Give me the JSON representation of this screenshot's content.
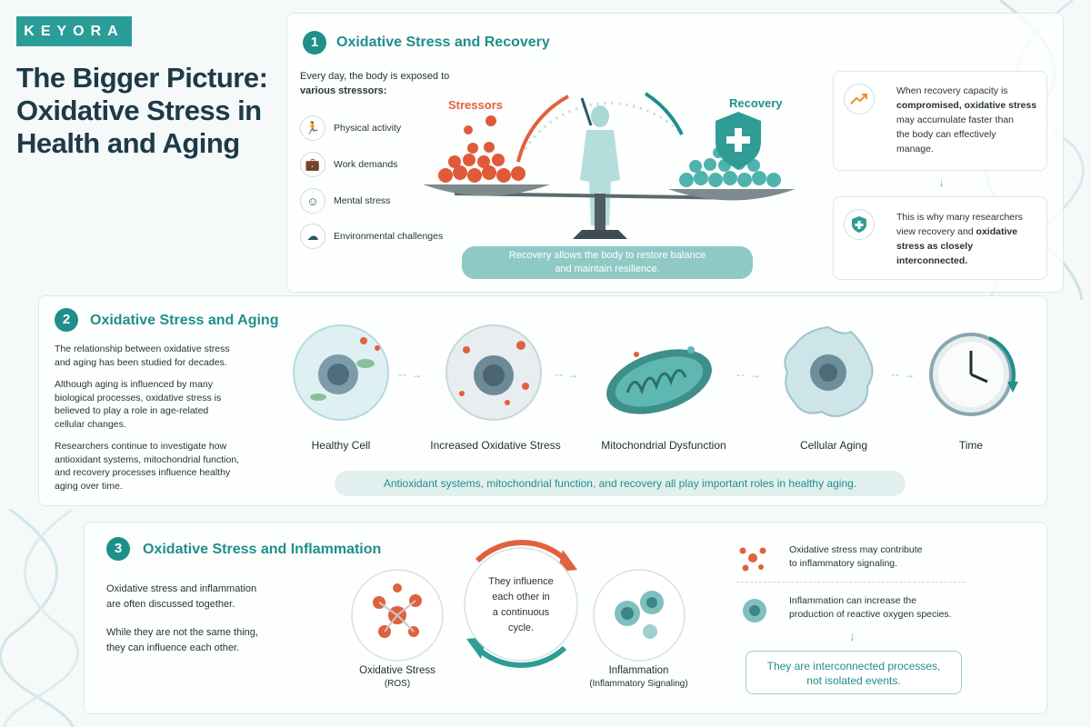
{
  "brand": {
    "name": "KEYORA"
  },
  "title": {
    "line1": "The Bigger Picture:",
    "line2": "Oxidative Stress in",
    "line3": "Health and Aging"
  },
  "section1": {
    "number": "1",
    "title": "Oxidative Stress and Recovery",
    "intro_line1": "Every day, the body is exposed to",
    "intro_line2": "various stressors:",
    "stressors": [
      {
        "icon": "running-person-icon",
        "label": "Physical activity"
      },
      {
        "icon": "briefcase-icon",
        "label": "Work demands"
      },
      {
        "icon": "brain-head-icon",
        "label": "Mental stress"
      },
      {
        "icon": "cloud-icon",
        "label": "Environmental challenges"
      }
    ],
    "stressors_label": "Stressors",
    "recovery_label": "Recovery",
    "balance_line1": "Recovery allows the body to restore balance",
    "balance_line2": "and maintain resilience.",
    "card1": {
      "pre": "When recovery capacity is",
      "bold1": "compromised, oxidative stress",
      "post1": "may accumulate faster than",
      "post2": "the body can effectively",
      "post3": "manage."
    },
    "card2": {
      "line1": "This is why many researchers",
      "pre2": "view recovery and",
      "bold2": "oxidative",
      "bold3": "stress as closely",
      "bold4": "interconnected."
    }
  },
  "section2": {
    "number": "2",
    "title": "Oxidative Stress and Aging",
    "p1_l1": "The relationship between oxidative stress",
    "p1_l2": "and aging has been studied for decades.",
    "p2_l1": "Although aging is influenced by many",
    "p2_l2": "biological processes, oxidative stress is",
    "p2_l3": "believed to play a role in age-related",
    "p2_l4": "cellular changes.",
    "p3_l1": "Researchers continue to investigate how",
    "p3_l2": "antioxidant systems, mitochondrial function,",
    "p3_l3": "and recovery processes influence healthy",
    "p3_l4": "aging over time.",
    "stages": [
      "Healthy Cell",
      "Increased Oxidative Stress",
      "Mitochondrial Dysfunction",
      "Cellular Aging",
      "Time"
    ],
    "banner": "Antioxidant systems, mitochondrial function, and recovery all play important roles in healthy aging."
  },
  "section3": {
    "number": "3",
    "title": "Oxidative Stress and Inflammation",
    "p1_l1": "Oxidative stress and inflammation",
    "p1_l2": "are often discussed together.",
    "p2_l1": "While they are not the same thing,",
    "p2_l2": "they can influence each other.",
    "cycle_l1": "They influence",
    "cycle_l2": "each other in",
    "cycle_l3": "a continuous",
    "cycle_l4": "cycle.",
    "ros_label": "Oxidative Stress",
    "ros_sub": "(ROS)",
    "infl_label": "Inflammation",
    "infl_sub": "(Inflammatory Signaling)",
    "bullet1_l1": "Oxidative stress may contribute",
    "bullet1_l2": "to inflammatory signaling.",
    "bullet2_l1": "Inflammation can increase the",
    "bullet2_l2": "production of reactive oxygen species.",
    "conclusion_l1": "They are interconnected processes,",
    "conclusion_l2": "not isolated events."
  },
  "colors": {
    "teal": "#1f8f89",
    "orange": "#e0613e",
    "navy": "#1d3a47"
  }
}
